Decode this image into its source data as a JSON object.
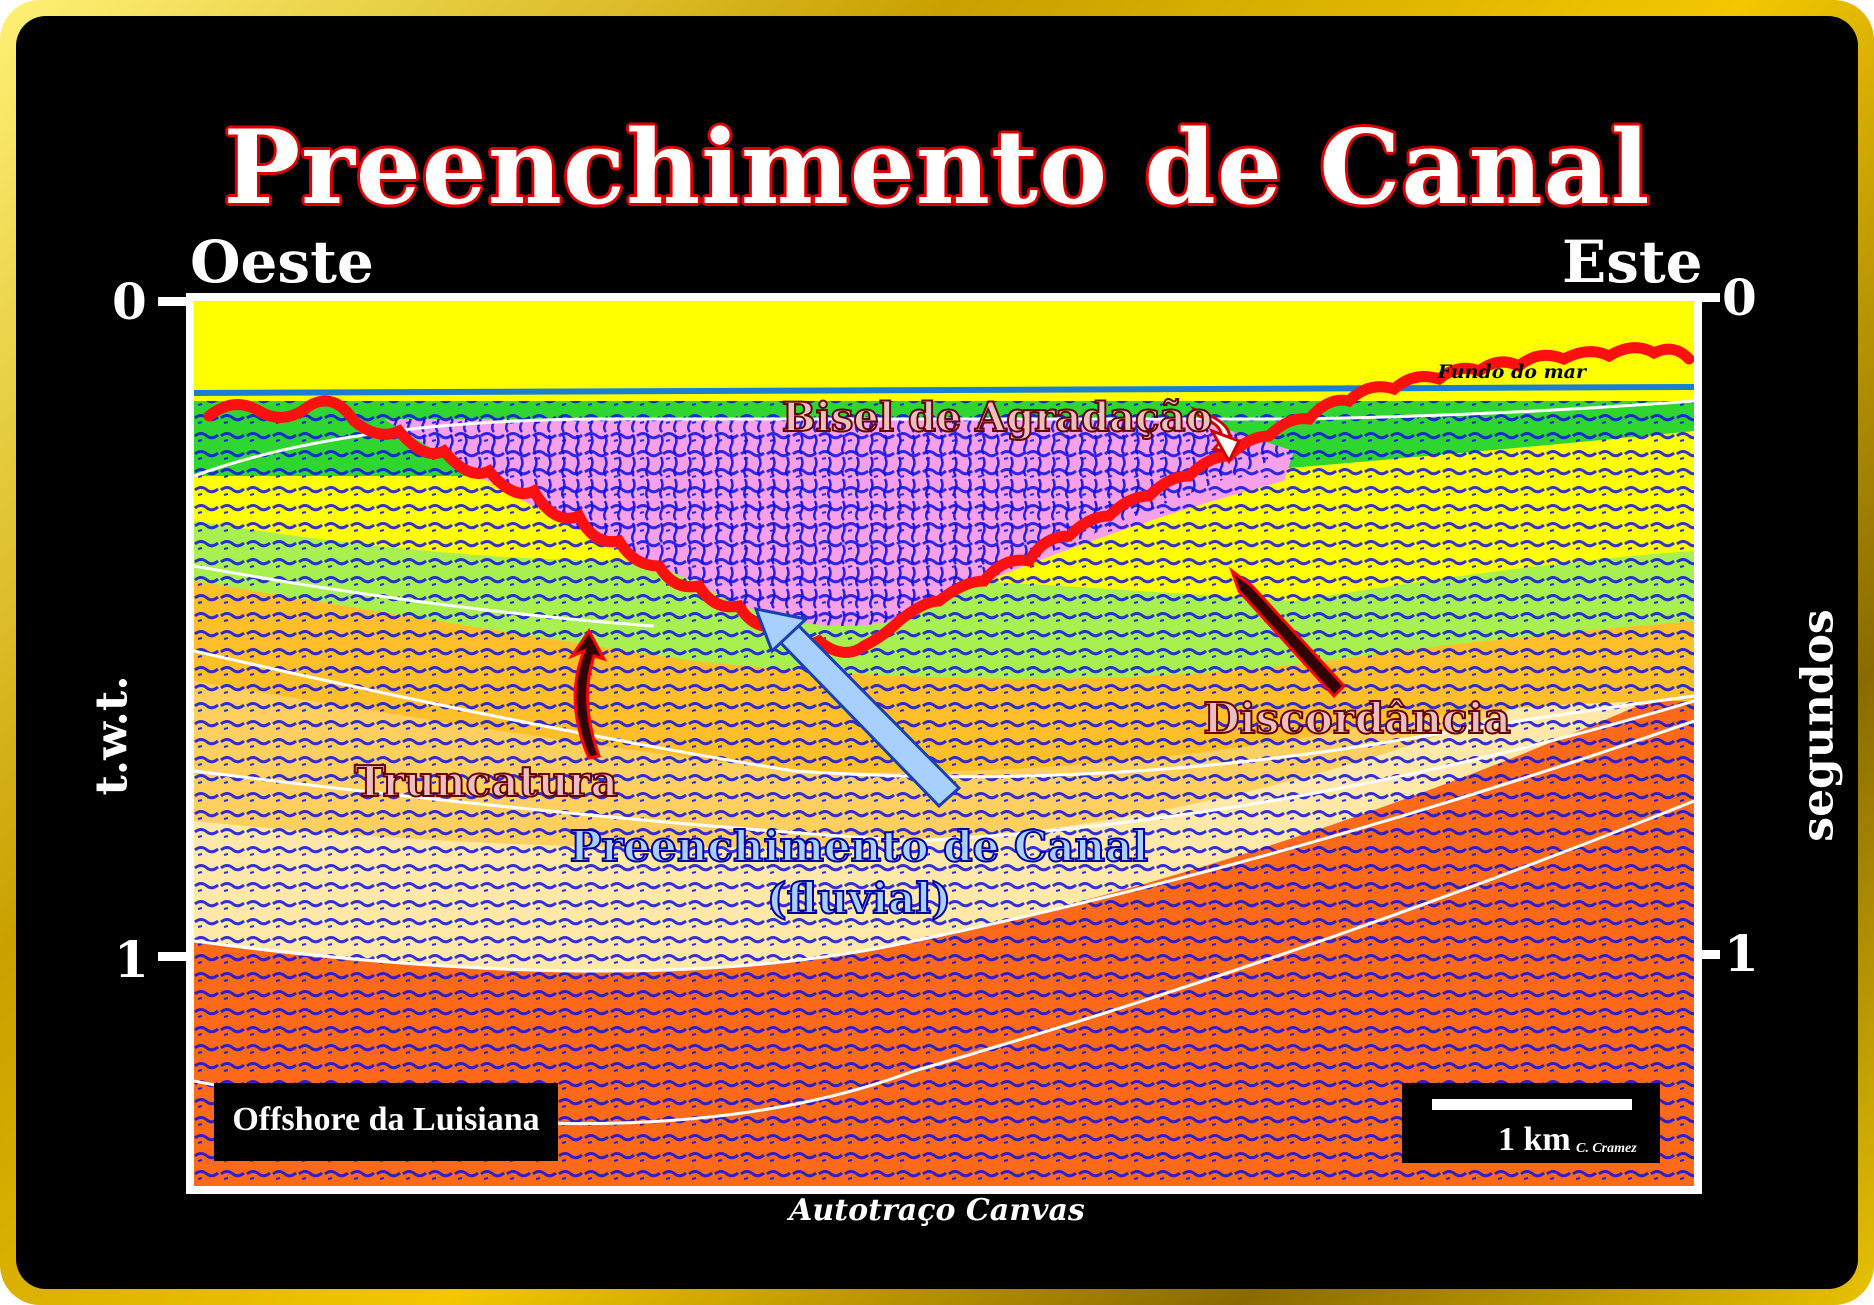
{
  "title": "Preenchimento de Canal",
  "directions": {
    "west": "Oeste",
    "east": "Este"
  },
  "axis": {
    "left_label": "t.w.t.",
    "right_label": "segundos",
    "ticks": [
      "0",
      "1"
    ]
  },
  "annotations": {
    "seafloor": "Fundo do mar",
    "toplap": "Bisel de Agradação",
    "truncation": "Truncatura",
    "unconformity": "Discordância",
    "channel_fill_line1": "Preenchimento de Canal",
    "channel_fill_line2": "(fluvial)"
  },
  "location": "Offshore da Luisiana",
  "scale_bar": {
    "label": "1 km",
    "author": "C. Cramez"
  },
  "credit": "Autotraço Canvas",
  "colors": {
    "frame_gold": "#e8c200",
    "title_outline": "#dd0000",
    "water": "#c3fbfb",
    "seafloor_line": "#1a7fd0",
    "green_layer": "#2fd62f",
    "yellow_layer": "#ffff00",
    "lightgreen_layer": "#a8f050",
    "orange_layer": "#ffbf2a",
    "lightorange_layer": "#ffd060",
    "cream_layer": "#ffe8a8",
    "dark_orange_layer": "#ff6a1a",
    "channel_fill": "#f5a0e8",
    "unconformity_line": "#ff1010",
    "reflectors": "#1010e0",
    "channel_arrow": "#a8d0ff"
  }
}
